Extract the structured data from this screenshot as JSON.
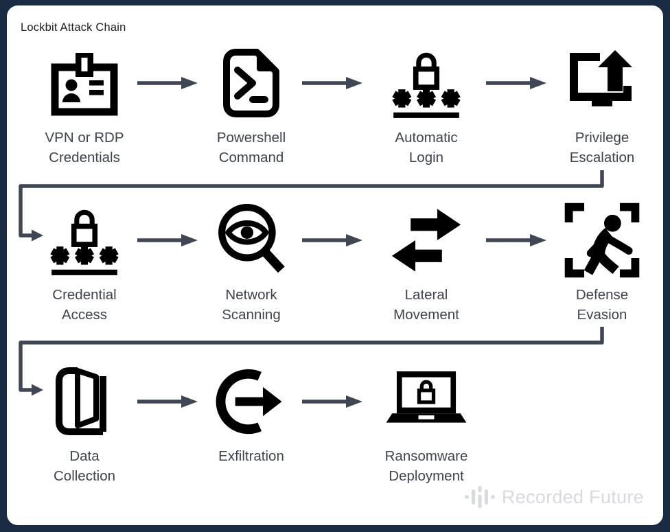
{
  "title": "Lockbit Attack Chain",
  "brand": {
    "logo_text": "Recorded Future",
    "logo_mark": "recorded-future-mark"
  },
  "colors": {
    "background": "#1a2c43",
    "card": "#ffffff",
    "icon": "#000000",
    "arrow": "#3e4753",
    "label_text": "#3f444c",
    "logo_gray": "#d8dadd"
  },
  "rows": [
    {
      "steps": [
        {
          "label": "VPN or RDP Credentials",
          "lines": [
            "VPN or RDP",
            "Credentials"
          ],
          "icon": "id-badge-icon"
        },
        {
          "label": "Powershell Command",
          "lines": [
            "Powershell",
            "Command"
          ],
          "icon": "powershell-file-icon"
        },
        {
          "label": "Automatic Login",
          "lines": [
            "Automatic",
            "Login"
          ],
          "icon": "password-lock-icon"
        },
        {
          "label": "Privilege Escalation",
          "lines": [
            "Privilege",
            "Escalation"
          ],
          "icon": "monitor-up-arrow-icon"
        }
      ]
    },
    {
      "steps": [
        {
          "label": "Credential Access",
          "lines": [
            "Credential",
            "Access"
          ],
          "icon": "password-lock-icon"
        },
        {
          "label": "Network Scanning",
          "lines": [
            "Network",
            "Scanning"
          ],
          "icon": "magnifier-eye-icon"
        },
        {
          "label": "Lateral Movement",
          "lines": [
            "Lateral",
            "Movement"
          ],
          "icon": "lateral-arrows-icon"
        },
        {
          "label": "Defense Evasion",
          "lines": [
            "Defense",
            "Evasion"
          ],
          "icon": "person-viewfinder-icon"
        }
      ]
    },
    {
      "steps": [
        {
          "label": "Data Collection",
          "lines": [
            "Data",
            "Collection"
          ],
          "icon": "open-book-icon"
        },
        {
          "label": "Exfiltration",
          "lines": [
            "Exfiltration"
          ],
          "icon": "circle-arrow-out-icon"
        },
        {
          "label": "Ransomware Deployment",
          "lines": [
            "Ransomware",
            "Deployment"
          ],
          "icon": "laptop-lock-icon"
        }
      ]
    }
  ]
}
